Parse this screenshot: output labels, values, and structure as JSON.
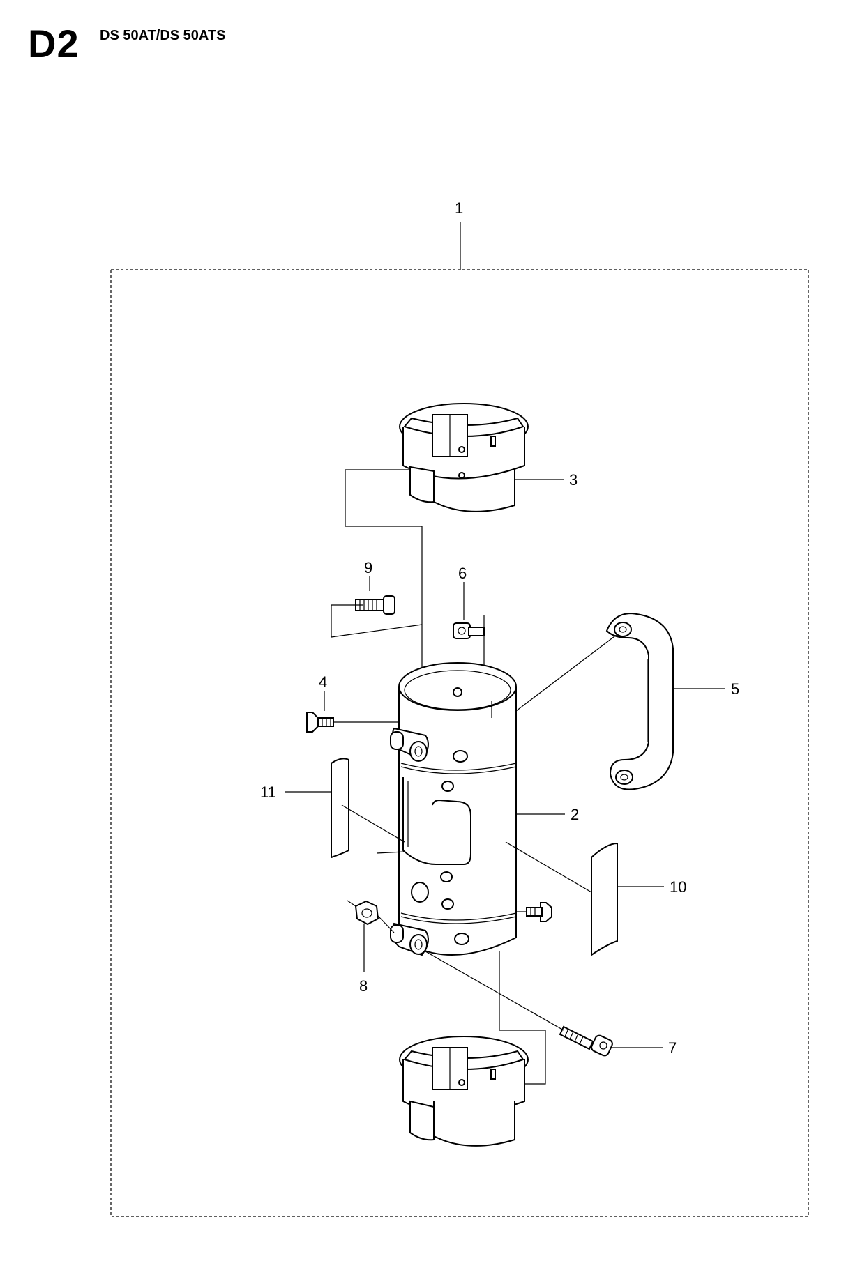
{
  "header": {
    "code": "D2",
    "models": "DS 50AT/DS 50ATS"
  },
  "callouts": {
    "c1": "1",
    "c2": "2",
    "c3": "3",
    "c4": "4",
    "c5": "5",
    "c6": "6",
    "c7": "7",
    "c8": "8",
    "c9": "9",
    "c10": "10",
    "c11": "11"
  }
}
